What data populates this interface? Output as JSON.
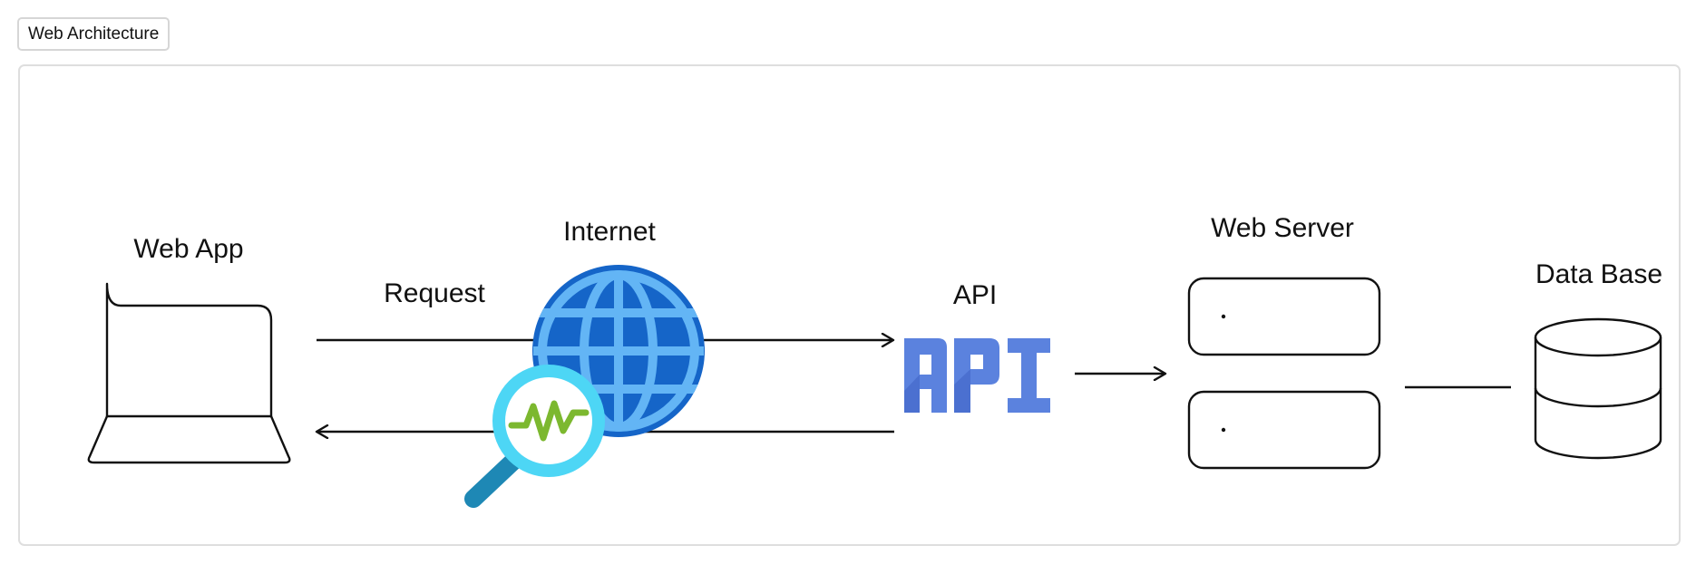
{
  "tab": {
    "label": "Web Architecture"
  },
  "diagram": {
    "nodes": {
      "web_app": {
        "label": "Web App",
        "icon": "laptop-icon"
      },
      "internet": {
        "label": "Internet",
        "icon": "globe-search-icon"
      },
      "api": {
        "label": "API",
        "logo_text": "API",
        "logo_color": "#5B82DE"
      },
      "web_server": {
        "label": "Web Server",
        "icon": "server-stack-icon"
      },
      "database": {
        "label": "Data Base",
        "icon": "database-icon"
      }
    },
    "edges": {
      "request": {
        "label": "Request"
      }
    },
    "colors": {
      "globe_dark": "#1565C8",
      "globe_light": "#4AA3EF",
      "magnifier_ring": "#4DD6F5",
      "magnifier_handle": "#1E88B5",
      "pulse": "#7CB82F",
      "stroke": "#111111"
    }
  }
}
